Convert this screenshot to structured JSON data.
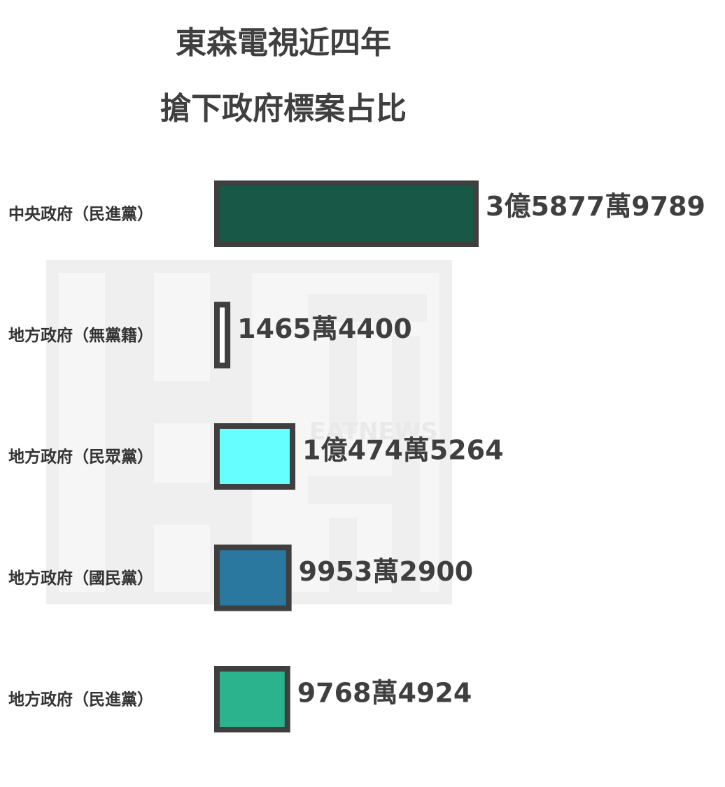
{
  "chart_data": {
    "type": "bar",
    "orientation": "horizontal",
    "title": [
      "東森電視近四年",
      "搶下政府標案占比"
    ],
    "categories": [
      "中央政府（民進黨）",
      "地方政府（無黨籍）",
      "地方政府（民眾黨）",
      "地方政府（國民黨）",
      "地方政府（民進黨）"
    ],
    "values": [
      358779789,
      14654400,
      104745264,
      99532900,
      97684924
    ],
    "value_labels": [
      "3億5877萬9789",
      "1465萬4400",
      "1億474萬5264",
      "9953萬2900",
      "9768萬4924"
    ],
    "colors": [
      "#185847",
      "#ffffff",
      "#66ffff",
      "#2a78a0",
      "#2bb38e"
    ],
    "border_color": "#3f3f3f",
    "xlim": [
      0,
      358779789
    ],
    "grid": false,
    "legend": "none",
    "xlabel": "",
    "ylabel": ""
  },
  "watermark": {
    "text": "EATNEWS"
  }
}
